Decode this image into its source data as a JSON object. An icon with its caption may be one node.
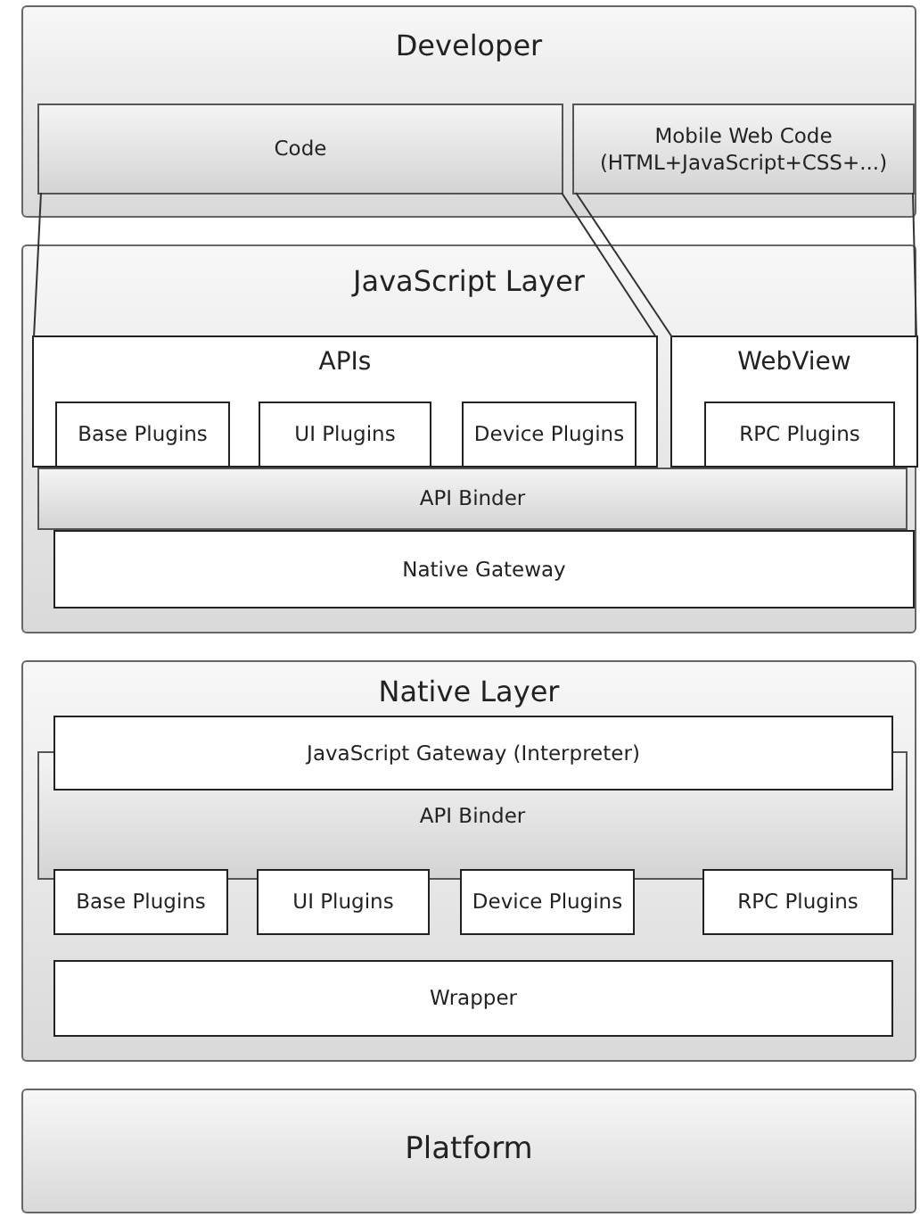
{
  "diagram": {
    "nodes": [
      {
        "text": [
          "Developer"
        ]
      },
      {
        "text": [
          "Code"
        ],
        "in": 0
      },
      {
        "text": [
          "Mobile Web Code (HTML+JavaScript+CSS+...)"
        ],
        "in": 0
      },
      {
        "text": [
          "JavaScript Layer"
        ]
      },
      {
        "text": [
          "APIs"
        ],
        "in": 3
      },
      {
        "text": [
          "WebView"
        ],
        "in": 3
      },
      {
        "text": [
          "Base Plugins"
        ],
        "in": 4
      },
      {
        "text": [
          "UI Plugins"
        ],
        "in": 4
      },
      {
        "text": [
          "Device Plugins"
        ],
        "in": 4
      },
      {
        "text": [
          "RPC Plugins"
        ],
        "in": 5
      },
      {
        "text": [
          "API Binder"
        ],
        "in": 3
      },
      {
        "text": [
          "Native Gateway"
        ],
        "in": 3
      },
      {
        "text": [
          "Native Layer"
        ]
      },
      {
        "text": [
          "JavaScript Gateway (Interpreter)"
        ],
        "in": 12
      },
      {
        "text": [
          "API Binder"
        ],
        "in": 12
      },
      {
        "text": [
          "Base Plugins"
        ],
        "in": 12
      },
      {
        "text": [
          "UI Plugins"
        ],
        "in": 12
      },
      {
        "text": [
          "Device Plugins"
        ],
        "in": 12
      },
      {
        "text": [
          "RPC Plugins"
        ],
        "in": 12
      },
      {
        "text": [
          "Wrapper"
        ],
        "in": 12
      },
      {
        "text": [
          "Platform"
        ]
      }
    ],
    "edges": [
      {
        "from": 1,
        "to": 4,
        "arrow": "none"
      },
      {
        "from": 2,
        "to": 5,
        "arrow": "none"
      }
    ]
  }
}
